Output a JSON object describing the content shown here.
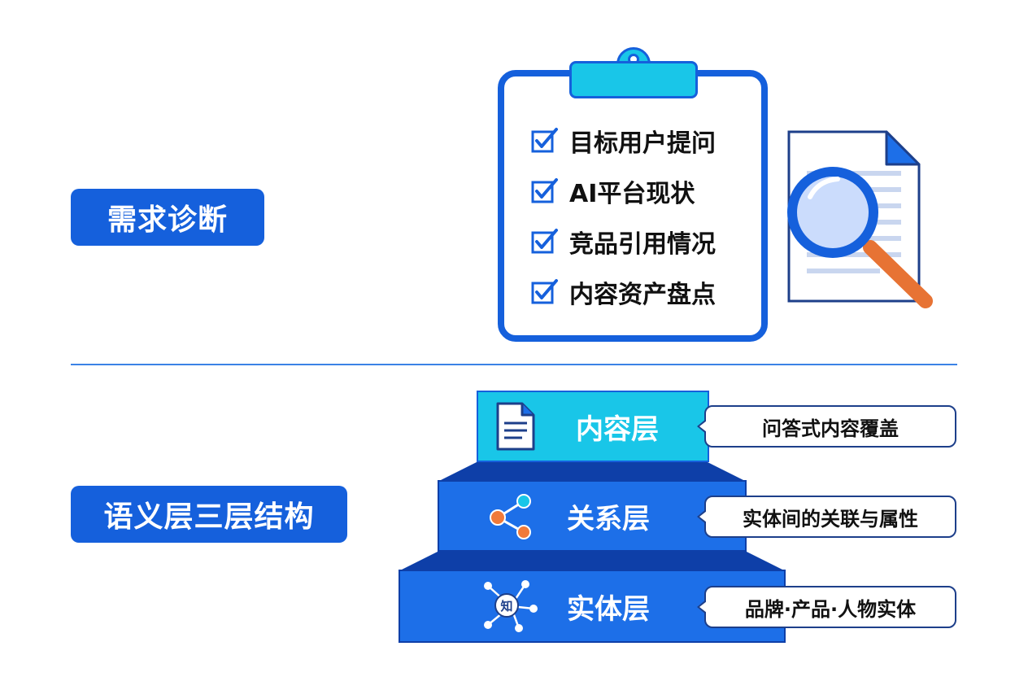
{
  "sections": {
    "diagnosis": "需求诊断",
    "semantic": "语义层三层结构"
  },
  "checklist": [
    "目标用户提问",
    "AI平台现状",
    "竞品引用情况",
    "内容资产盘点"
  ],
  "layers": {
    "content": {
      "label": "内容层",
      "note": "问答式内容覆盖"
    },
    "relation": {
      "label": "关系层",
      "note": "实体间的关联与属性"
    },
    "entity": {
      "label": "实体层",
      "note": "品牌·产品·人物实体",
      "icon_text": "知"
    }
  },
  "colors": {
    "primary": "#1560dc",
    "cyan": "#19c6e8",
    "orange": "#f07a3a"
  },
  "icons": {
    "check": "checkbox-icon",
    "doc_mag": "document-magnifier-icon",
    "content_icon": "document-icon",
    "relation_icon": "share-nodes-icon",
    "entity_icon": "knowledge-graph-icon"
  }
}
